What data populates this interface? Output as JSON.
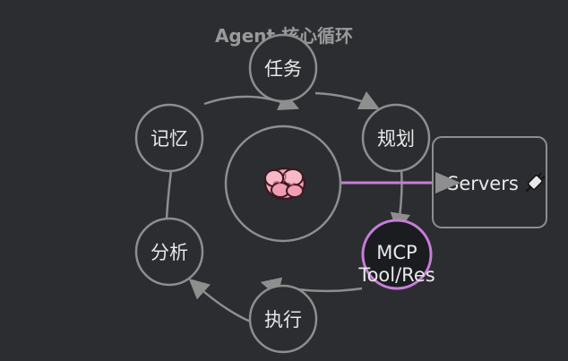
{
  "diagram": {
    "title": "Agent 核心循环",
    "center_icon": "brain-icon",
    "nodes": {
      "task": "任务",
      "plan": "规划",
      "mcp": "MCP",
      "mcp_sub": "Tool/Res",
      "execute": "执行",
      "analyze": "分析",
      "memory": "记忆"
    },
    "servers_box": {
      "label": "Servers",
      "icon": "plug-icon"
    },
    "colors": {
      "background": "#2b2d31",
      "stroke": "#8e8e8e",
      "accent": "#c77dd8",
      "text": "#e8e8e8",
      "mcp_fill": "#1a1c20"
    }
  }
}
